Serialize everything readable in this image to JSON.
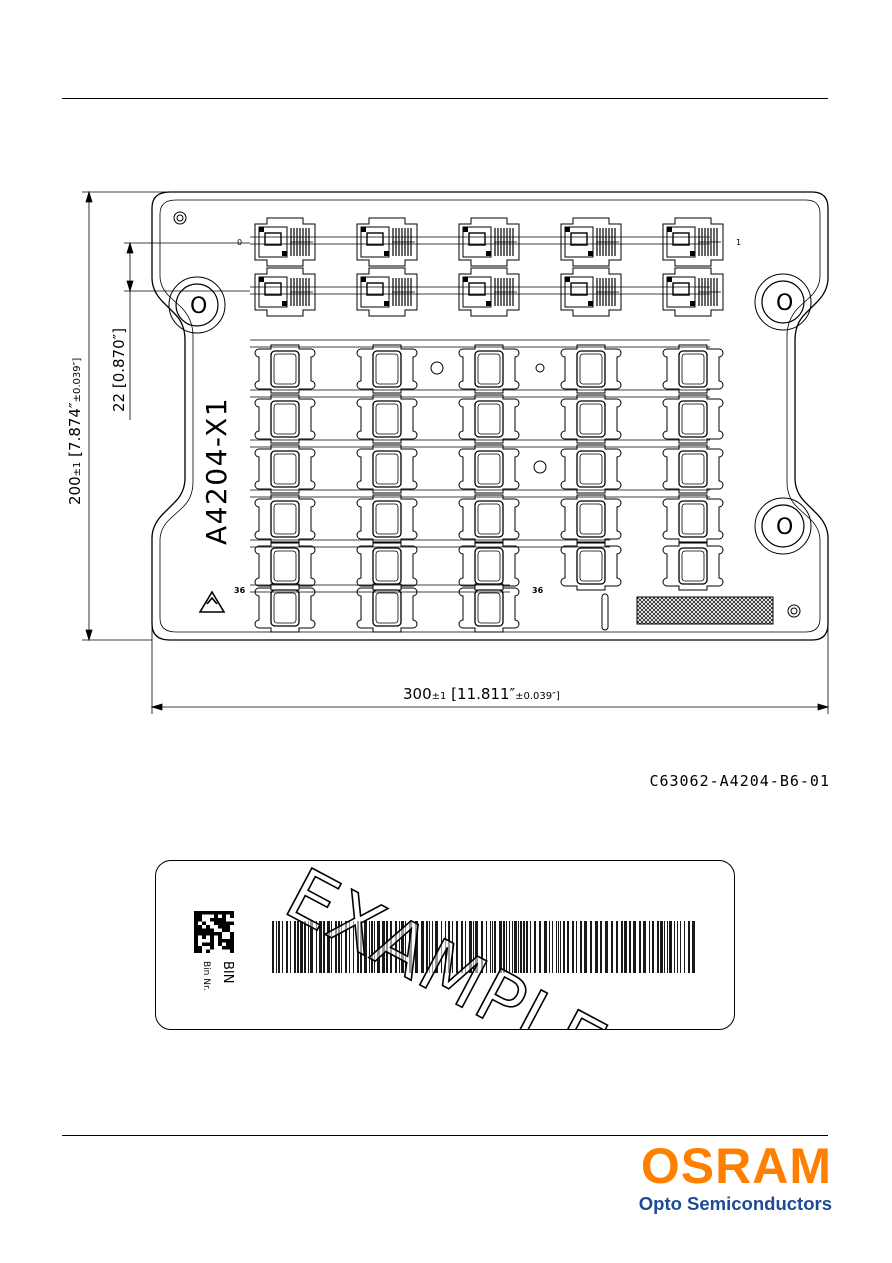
{
  "drawing": {
    "part_label": "A4204-X1",
    "height_dim": {
      "value": "200",
      "tol": "±1",
      "imperial": "[7.874″",
      "imperial_tol": "±0.039″]"
    },
    "pitch_dim": {
      "text": "22 [0.870″]"
    },
    "width_dim": {
      "value": "300",
      "tol": "±1",
      "imperial": "[11.811″",
      "imperial_tol": "±0.039″]"
    },
    "cavity_mark_1": "1",
    "cavity_mark_2": "36",
    "cavity_mark_3": "36",
    "corner_mark": "0",
    "hole_mark": "O",
    "drawing_code": "C63062-A4204-B6-01"
  },
  "label": {
    "watermark": "EXAMPLE",
    "bin_title": "BIN",
    "bin_subtitle": "Bin Nr."
  },
  "brand": {
    "name": "OSRAM",
    "subtitle": "Opto Semiconductors",
    "color_primary": "#ff7f00",
    "color_secondary": "#1e4a96"
  }
}
